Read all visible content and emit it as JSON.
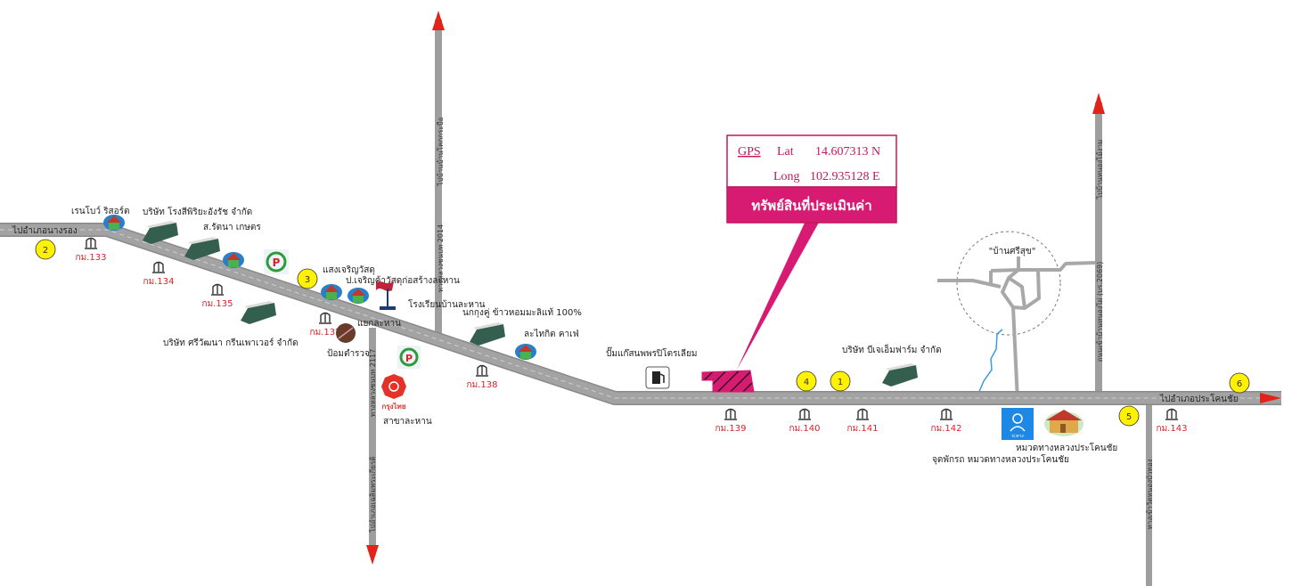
{
  "colors": {
    "road": "#9e9e9e",
    "road_edge": "#8a8a8a",
    "arrow": "#e2231a",
    "marker_fill": "#fff200",
    "km_text": "#d8232a",
    "property": "#d81b72",
    "river": "#3a9be0",
    "police_box": "#1e88e5"
  },
  "roads": {
    "west_end_label": "ไปอำเภอนางรอง",
    "east_end_label": "ไปอำเภอประโคนชัย",
    "north_mid_label": "ไปบ้านบ้านโคกกระบือ",
    "north_mid_code": "ทางหลวงชนบท 2014",
    "south_mid_label": "ไปอำเภอเฉลิมพระเกียรติ",
    "south_mid_code": "ทางหลวงชนบท 2117",
    "north_east_label": "ไปบ้านหนองไม้งาม",
    "north_east_code": "ถนนเข้าบ้านหนองไผ่ (บร.2069)",
    "south_east_label": "ทางเข้าวัดหนองบัวทอง"
  },
  "markers": [
    {
      "id": "marker-1",
      "number": "1"
    },
    {
      "id": "marker-2",
      "number": "2"
    },
    {
      "id": "marker-3",
      "number": "3"
    },
    {
      "id": "marker-4",
      "number": "4"
    },
    {
      "id": "marker-5",
      "number": "5"
    },
    {
      "id": "marker-6",
      "number": "6"
    }
  ],
  "km_posts": [
    "กม.133",
    "กม.134",
    "กม.135",
    "กม.137",
    "กม.138",
    "กม.139",
    "กม.140",
    "กม.141",
    "กม.142",
    "กม.143"
  ],
  "landmarks": {
    "rainbow_resort": "เรนโบว์ ริสอร์ต",
    "rice_mill_company": "บริษัท โรงสีพิริยะอังรัช จำกัด",
    "rattana_kaset": "ส.รัตนา เกษตร",
    "sangcharoen": "แสงเจริญวัสดุ",
    "pcharoen_construction": "ป.เจริญค้าวัสดุก่อสร้างละหาน",
    "lahan_school": "โรงเรียนบ้านละหาน",
    "sriwattana_greenpower": "บริษัท ศรีวัฒนา กรีนเพาเวอร์ จำกัด",
    "police_box": "ป้อมตำรวจ",
    "lahan_junction": "แยกละหาน",
    "nokkrungthong_rice": "นกกุงคู่ ข้าวหอมมะลิแท้ 100%",
    "lahan_cafe": "ละไทกิต คาเฟ่",
    "krungthai_branch": "สาขาละหาน",
    "krungthai_logo": "กรุงไทย",
    "gas_station": "ปั๊มแก๊สนพพรปิโตรเลียม",
    "bj_farm": "บริษัท บีเจเอ็มฟาร์ม จำกัด",
    "village": "\"บ้านศรีสุข\"",
    "highway_unit": "หมวดทางหลวงประโคนชัย",
    "highway_checkpoint": "จุดพักรถ หมวดทางหลวงประโคนชัย",
    "police_box_logo": "ป.ทาง"
  },
  "property": {
    "gps_label": "GPS",
    "lat_label": "Lat",
    "lat_value": "14.607313 N",
    "long_label": "Long",
    "long_value": "102.935128 E",
    "title": "ทรัพย์สินที่ประเมินค่า"
  }
}
